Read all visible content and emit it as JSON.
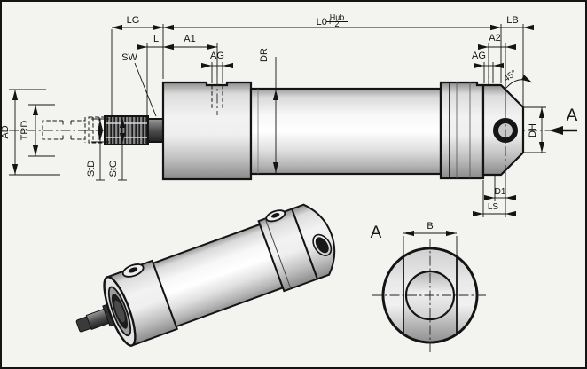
{
  "meta": {
    "type": "technical dimension drawing",
    "subject": "round-body pneumatic cylinder with rear clevis eye"
  },
  "colors": {
    "background": "#f3f3f0",
    "line": "#141414",
    "metal_light": "#ffffff",
    "metal_dark": "#8f8f8f"
  },
  "main_view": {
    "top_dims": {
      "lg": "LG",
      "l0_prefix": "L0+",
      "hub": "Hub",
      "two": "2",
      "lb": "LB"
    },
    "mid_dims": {
      "l": "L",
      "a1": "A1",
      "a2": "A2",
      "ag_front": "AG",
      "ag_rear": "AG",
      "sw": "SW",
      "dr": "DR",
      "angle_45": "45°"
    },
    "left_dims": {
      "ad": "AD",
      "trd": "TRD"
    },
    "bottom_dims": {
      "std": "StD",
      "stg": "StG",
      "d1": "D1",
      "ls": "LS"
    },
    "right_dims": {
      "dh": "DH",
      "view_arrow": "A"
    }
  },
  "view_a": {
    "label": "A",
    "b": "B"
  }
}
